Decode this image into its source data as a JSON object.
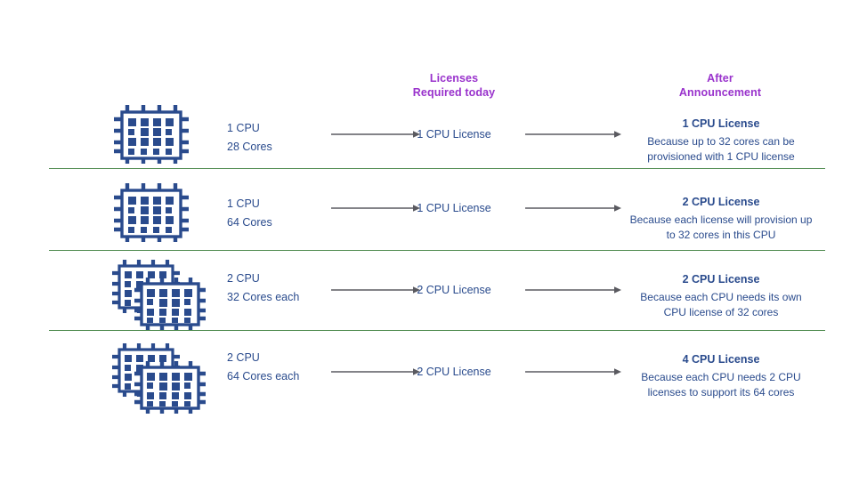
{
  "colors": {
    "accent_purple": "#9932cc",
    "text_blue": "#2a4b8d",
    "divider_green": "#4e8a4e",
    "arrow_gray": "#5a5a60",
    "chip_blue": "#2a4b8d",
    "background": "#ffffff"
  },
  "headers": {
    "licenses": {
      "line1": "Licenses",
      "line2": "Required today"
    },
    "after": {
      "line1": "After",
      "line2": "Announcement"
    }
  },
  "rows": [
    {
      "icon": "cpu-chip-single-icon",
      "cpu_count": 1,
      "spec_line1": "1 CPU",
      "spec_line2": "28 Cores",
      "arrow1": "arrow-right-icon",
      "licenses_today": "1 CPU License",
      "arrow2": "arrow-right-icon",
      "after_title": "1 CPU License",
      "after_reason": "Because up to 32 cores can be provisioned with 1 CPU license"
    },
    {
      "icon": "cpu-chip-single-icon",
      "cpu_count": 1,
      "spec_line1": "1 CPU",
      "spec_line2": "64 Cores",
      "arrow1": "arrow-right-icon",
      "licenses_today": "1 CPU License",
      "arrow2": "arrow-right-icon",
      "after_title": "2 CPU License",
      "after_reason": "Because each license will provision up to 32 cores in this CPU"
    },
    {
      "icon": "cpu-chip-stacked-icon",
      "cpu_count": 2,
      "spec_line1": "2 CPU",
      "spec_line2": "32 Cores each",
      "arrow1": "arrow-right-icon",
      "licenses_today": "2 CPU License",
      "arrow2": "arrow-right-icon",
      "after_title": "2 CPU License",
      "after_reason": "Because each CPU needs its own CPU license of 32 cores"
    },
    {
      "icon": "cpu-chip-stacked-icon",
      "cpu_count": 2,
      "spec_line1": "2 CPU",
      "spec_line2": "64 Cores each",
      "arrow1": "arrow-right-icon",
      "licenses_today": "2 CPU License",
      "arrow2": "arrow-right-icon",
      "after_title": "4 CPU License",
      "after_reason": "Because each CPU needs 2 CPU licenses to support its 64 cores"
    }
  ]
}
